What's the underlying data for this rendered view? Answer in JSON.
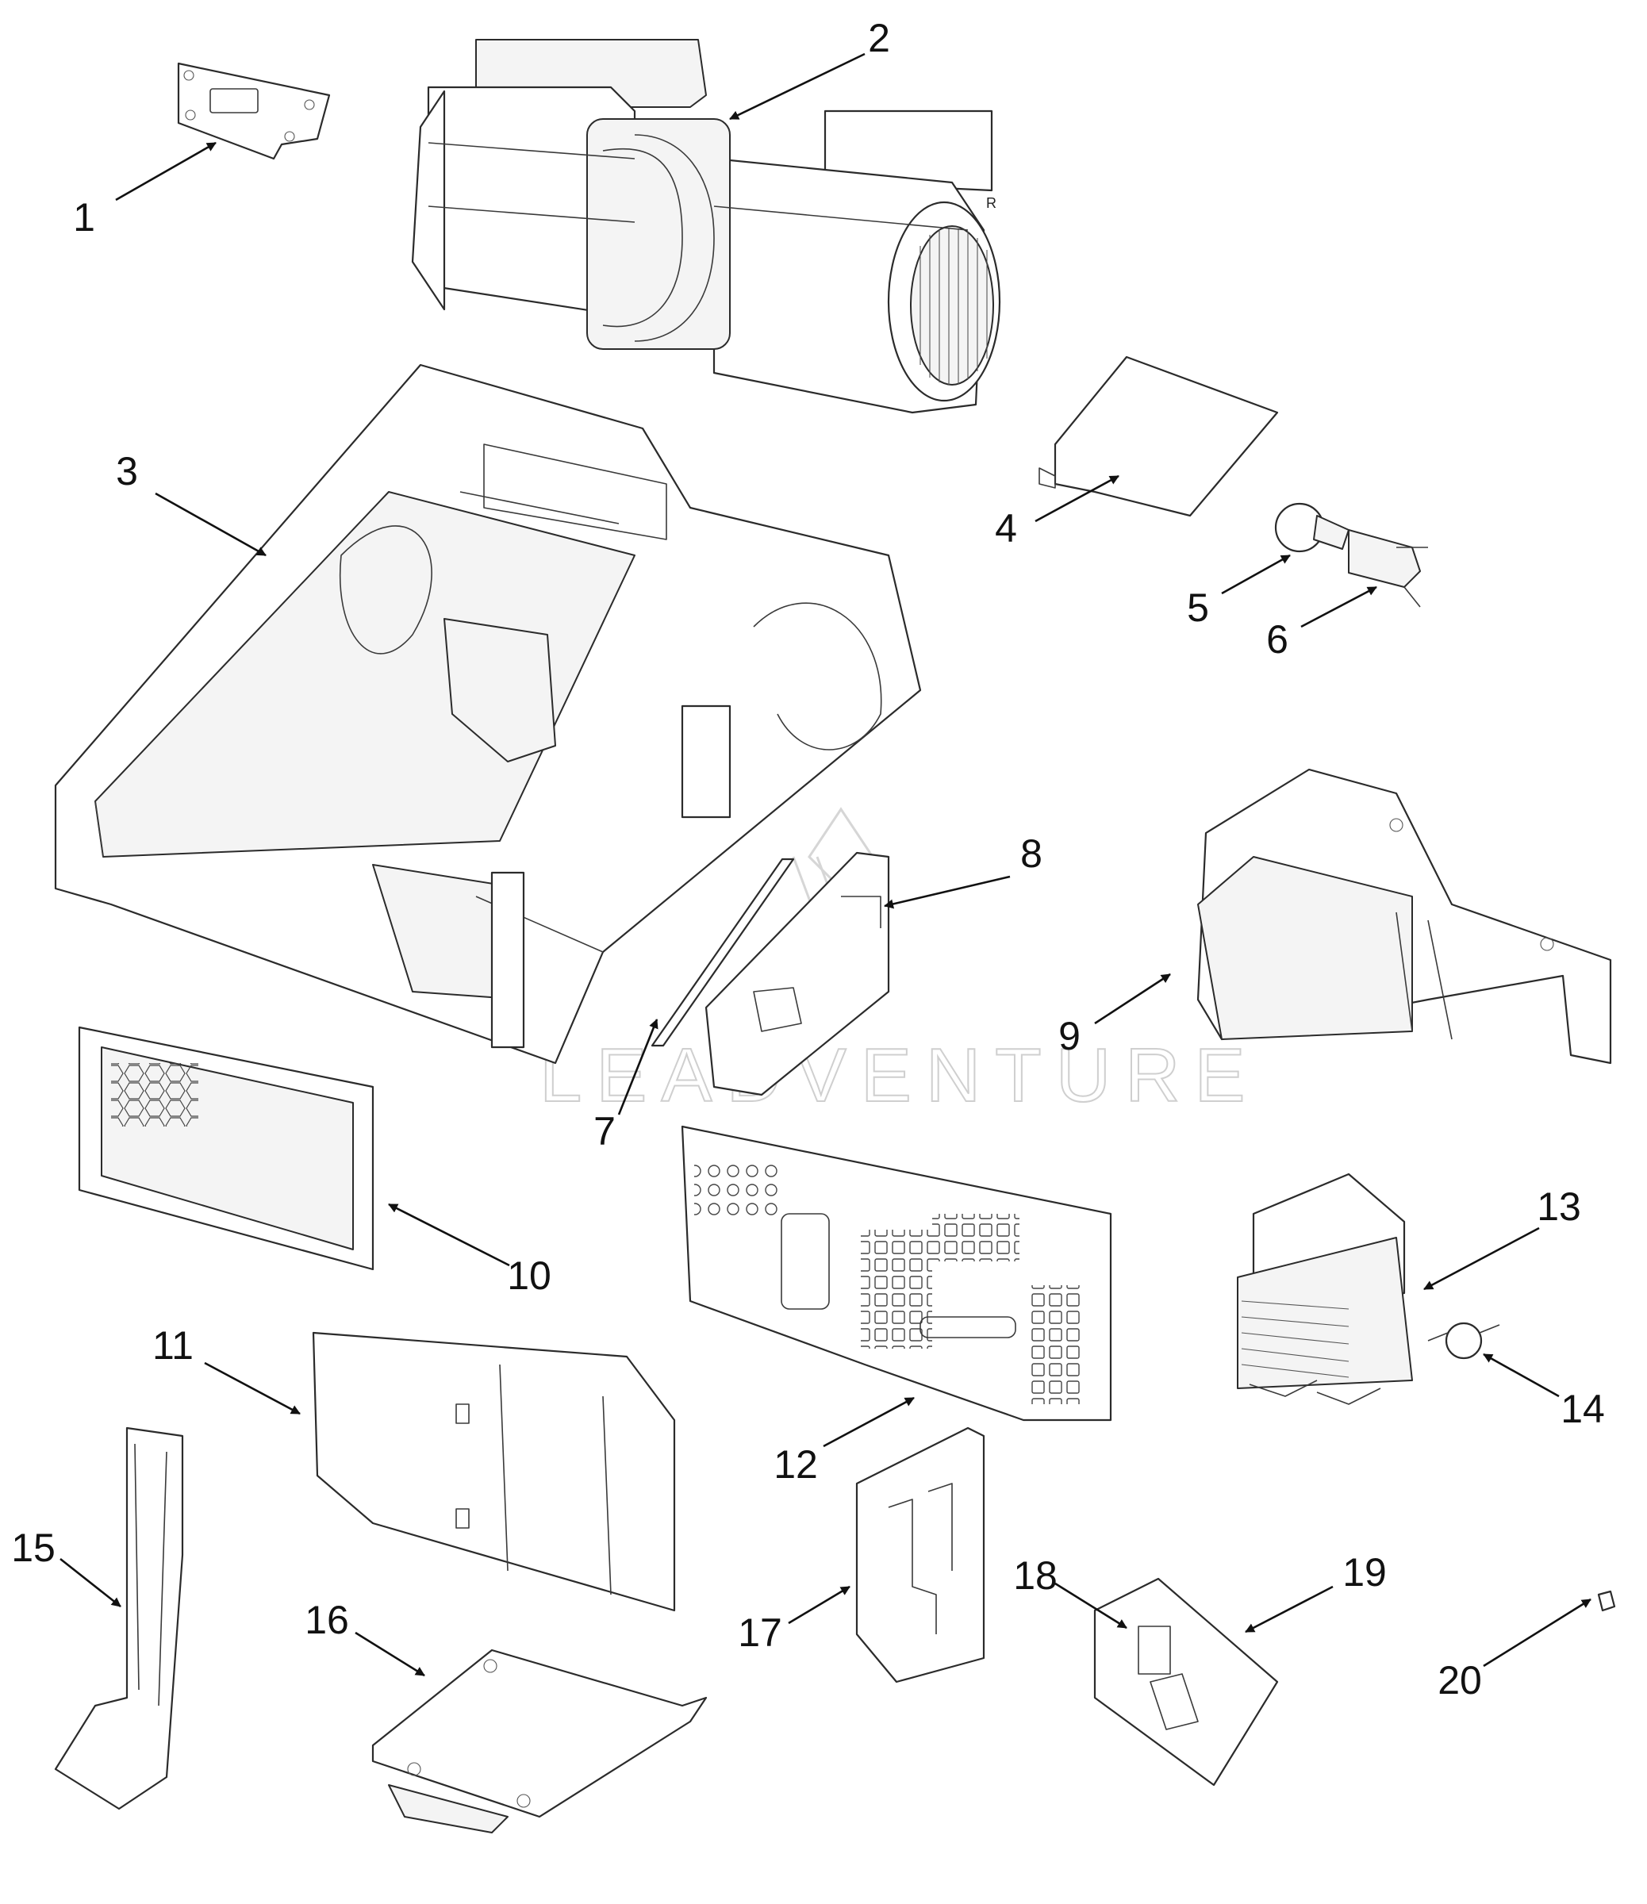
{
  "watermark": "LEADVENTURE",
  "callouts": [
    {
      "number": "1"
    },
    {
      "number": "2"
    },
    {
      "number": "3"
    },
    {
      "number": "4"
    },
    {
      "number": "5"
    },
    {
      "number": "6"
    },
    {
      "number": "7"
    },
    {
      "number": "8"
    },
    {
      "number": "9"
    },
    {
      "number": "10"
    },
    {
      "number": "11"
    },
    {
      "number": "12"
    },
    {
      "number": "13"
    },
    {
      "number": "14"
    },
    {
      "number": "15"
    },
    {
      "number": "16"
    },
    {
      "number": "17"
    },
    {
      "number": "18"
    },
    {
      "number": "19"
    },
    {
      "number": "20"
    }
  ],
  "fan_marking": "R",
  "colors": {
    "line": "#2b2b2b",
    "text": "#111111",
    "watermark": "#cfcfcf"
  }
}
